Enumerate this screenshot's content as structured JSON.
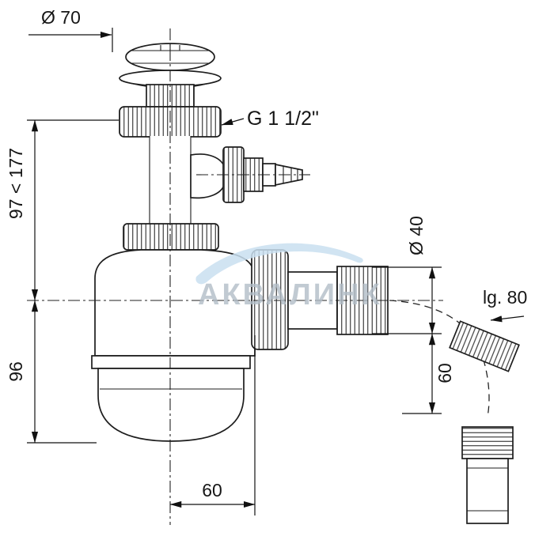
{
  "dimensions": {
    "top_diameter": "Ø 70",
    "thread_size": "G 1 1/2\"",
    "height_range": "97 < 177",
    "body_height": "96",
    "outlet_diameter": "Ø 40",
    "outlet_length": "lg. 80",
    "outlet_drop": "60",
    "bottom_offset": "60"
  },
  "watermark": {
    "text": "АКВАЛИНК",
    "swoosh_color": "#c9dff0",
    "text_color": "#b2bec8"
  },
  "colors": {
    "line": "#1d1d1d",
    "background": "#ffffff"
  }
}
